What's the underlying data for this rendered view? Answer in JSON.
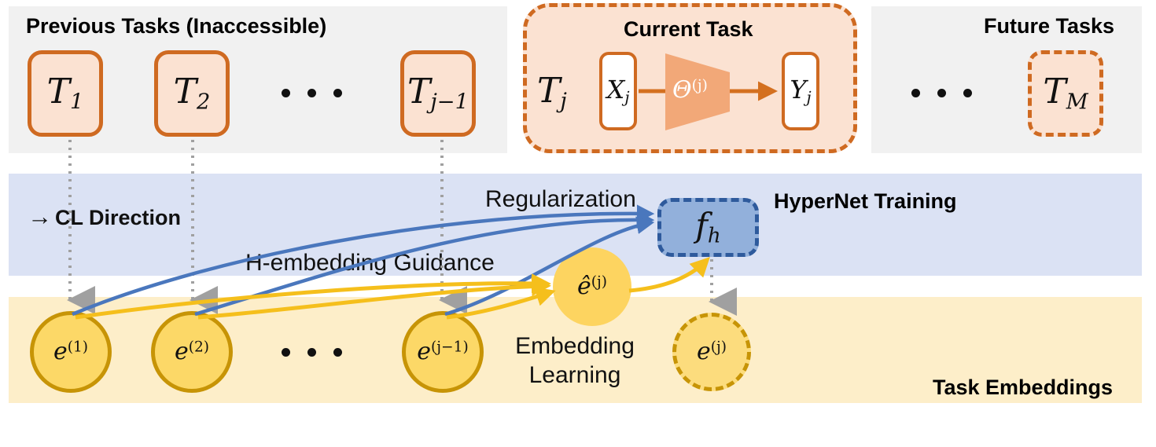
{
  "panels": {
    "previous": {
      "title": "Previous Tasks (Inaccessible)"
    },
    "current": {
      "title": "Current Task"
    },
    "future": {
      "title": "Future Tasks"
    },
    "hypernet": {
      "title": "HyperNet Training"
    },
    "embeddings": {
      "title": "Task Embeddings"
    }
  },
  "tasks": {
    "t1": {
      "base": "T",
      "sub": "1"
    },
    "t2": {
      "base": "T",
      "sub": "2"
    },
    "tjm1": {
      "base": "T",
      "sub": "j−1"
    },
    "tj": {
      "base": "T",
      "sub": "j"
    },
    "tM": {
      "base": "T",
      "sub": "M"
    }
  },
  "current_task": {
    "input": {
      "base": "X",
      "sub": "j"
    },
    "theta": {
      "base": "Θ",
      "sup": "(j)"
    },
    "output": {
      "base": "Y",
      "sub": "j"
    }
  },
  "embeddings": {
    "e1": {
      "base": "e",
      "sup": "(1)"
    },
    "e2": {
      "base": "e",
      "sup": "(2)"
    },
    "ejm1": {
      "base": "e",
      "sup": "(j−1)"
    },
    "ehat": {
      "base": "ê",
      "sup": "(j)"
    },
    "ej": {
      "base": "e",
      "sup": "(j)"
    }
  },
  "hypernet": {
    "base": "f",
    "sub": "h"
  },
  "labels": {
    "cl_direction": "CL Direction",
    "cl_arrow": "→",
    "regularization": "Regularization",
    "h_embedding_guidance": "H-embedding Guidance",
    "embedding_learning_line1": "Embedding",
    "embedding_learning_line2": "Learning"
  },
  "ellipsis": {
    "glyph": "•••",
    "count": 3
  },
  "colors": {
    "panel_gray": "#f1f1f1",
    "band_blue": "#dbe2f4",
    "band_yellow": "#fdeec9",
    "task_fill": "#fbe2d2",
    "task_stroke": "#cf6a21",
    "theta_fill": "#f2a878",
    "embedding_fill": "#fcd867",
    "embedding_stroke": "#c79406",
    "hypernet_fill": "#92b0db",
    "hypernet_stroke": "#2e5a9c",
    "arrow_blue": "#4a77bd",
    "arrow_yellow": "#f5bf1c",
    "arrow_gray": "#a0a0a0"
  }
}
